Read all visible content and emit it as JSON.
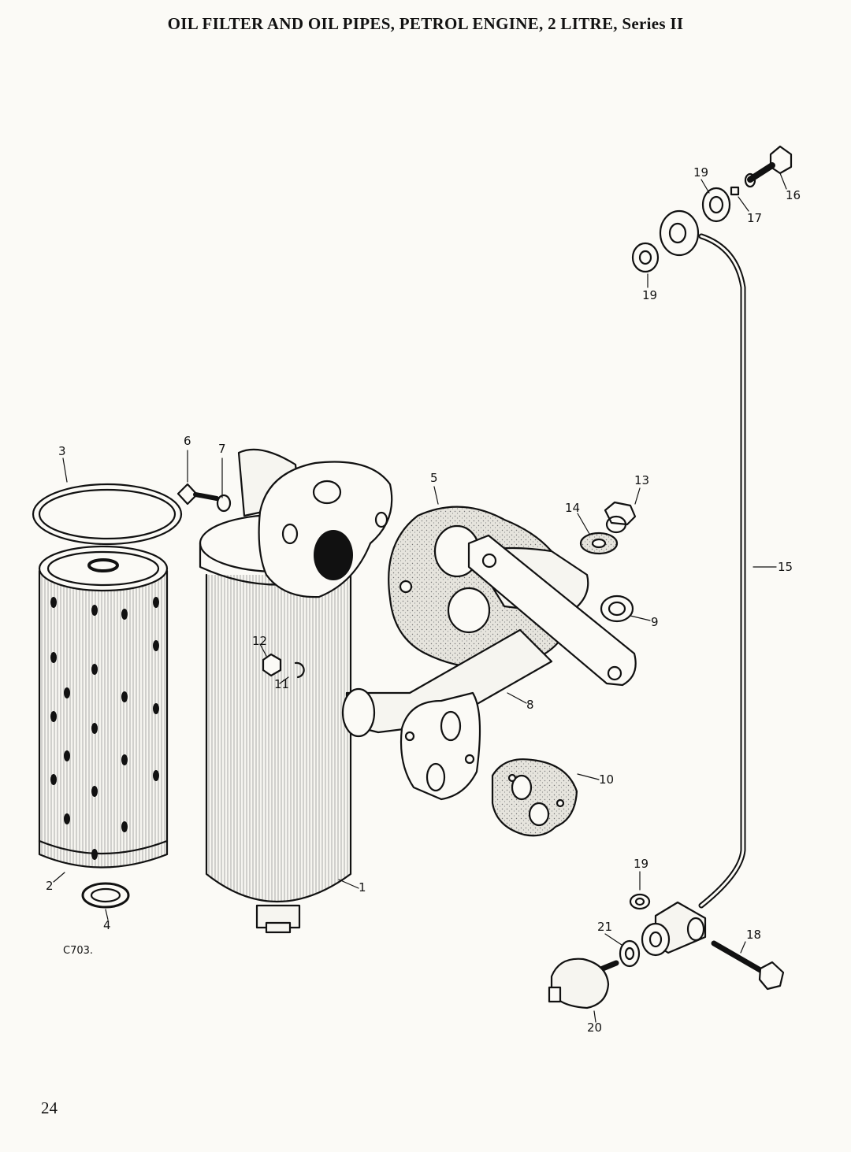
{
  "page": {
    "title": "OIL FILTER AND OIL PIPES, PETROL ENGINE, 2 LITRE, Series II",
    "page_number": "24",
    "figure_code": "C703."
  },
  "callouts": [
    "1",
    "2",
    "3",
    "4",
    "5",
    "6",
    "7",
    "8",
    "9",
    "10",
    "11",
    "12",
    "13",
    "14",
    "15",
    "16",
    "17",
    "18",
    "19",
    "20",
    "21"
  ],
  "colors": {
    "ink": "#111111",
    "paper": "#fbfaf6",
    "stipple": "#d8d6cf"
  }
}
